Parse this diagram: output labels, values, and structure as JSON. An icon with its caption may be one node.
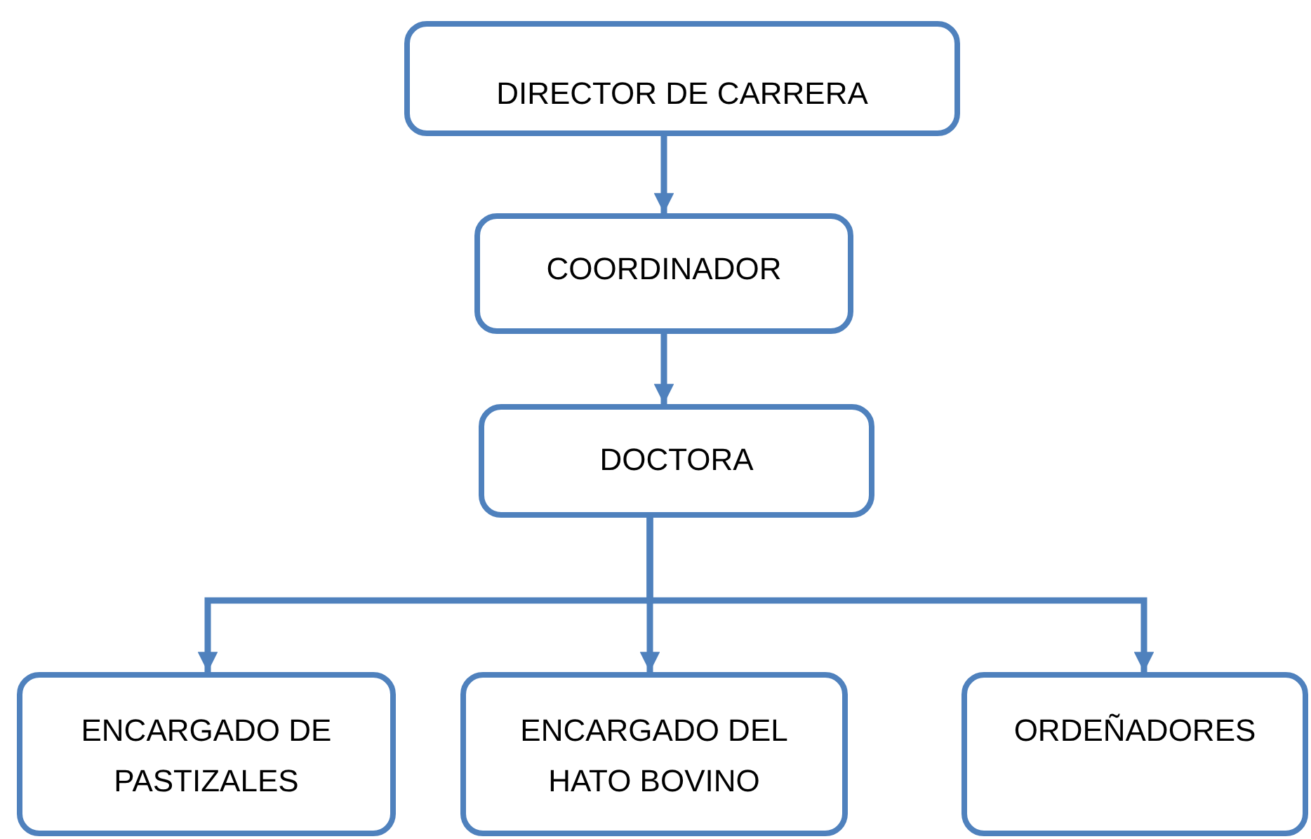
{
  "diagram": {
    "nodes": [
      {
        "text": [
          "DIRECTOR DE CARRERA"
        ]
      },
      {
        "text": [
          "COORDINADOR"
        ]
      },
      {
        "text": [
          "DOCTORA"
        ]
      },
      {
        "text": [
          "ENCARGADO DE PASTIZALES"
        ]
      },
      {
        "text": [
          "ENCARGADO DEL HATO BOVINO"
        ]
      },
      {
        "text": [
          "ORDEÑADORES"
        ]
      }
    ],
    "edges": [
      {
        "from": 0,
        "to": 1,
        "arrow": "to"
      },
      {
        "from": 1,
        "to": 2,
        "arrow": "to"
      },
      {
        "from": 2,
        "to": 3,
        "arrow": "to"
      },
      {
        "from": 2,
        "to": 4,
        "arrow": "to"
      },
      {
        "from": 2,
        "to": 5,
        "arrow": "to"
      }
    ]
  }
}
